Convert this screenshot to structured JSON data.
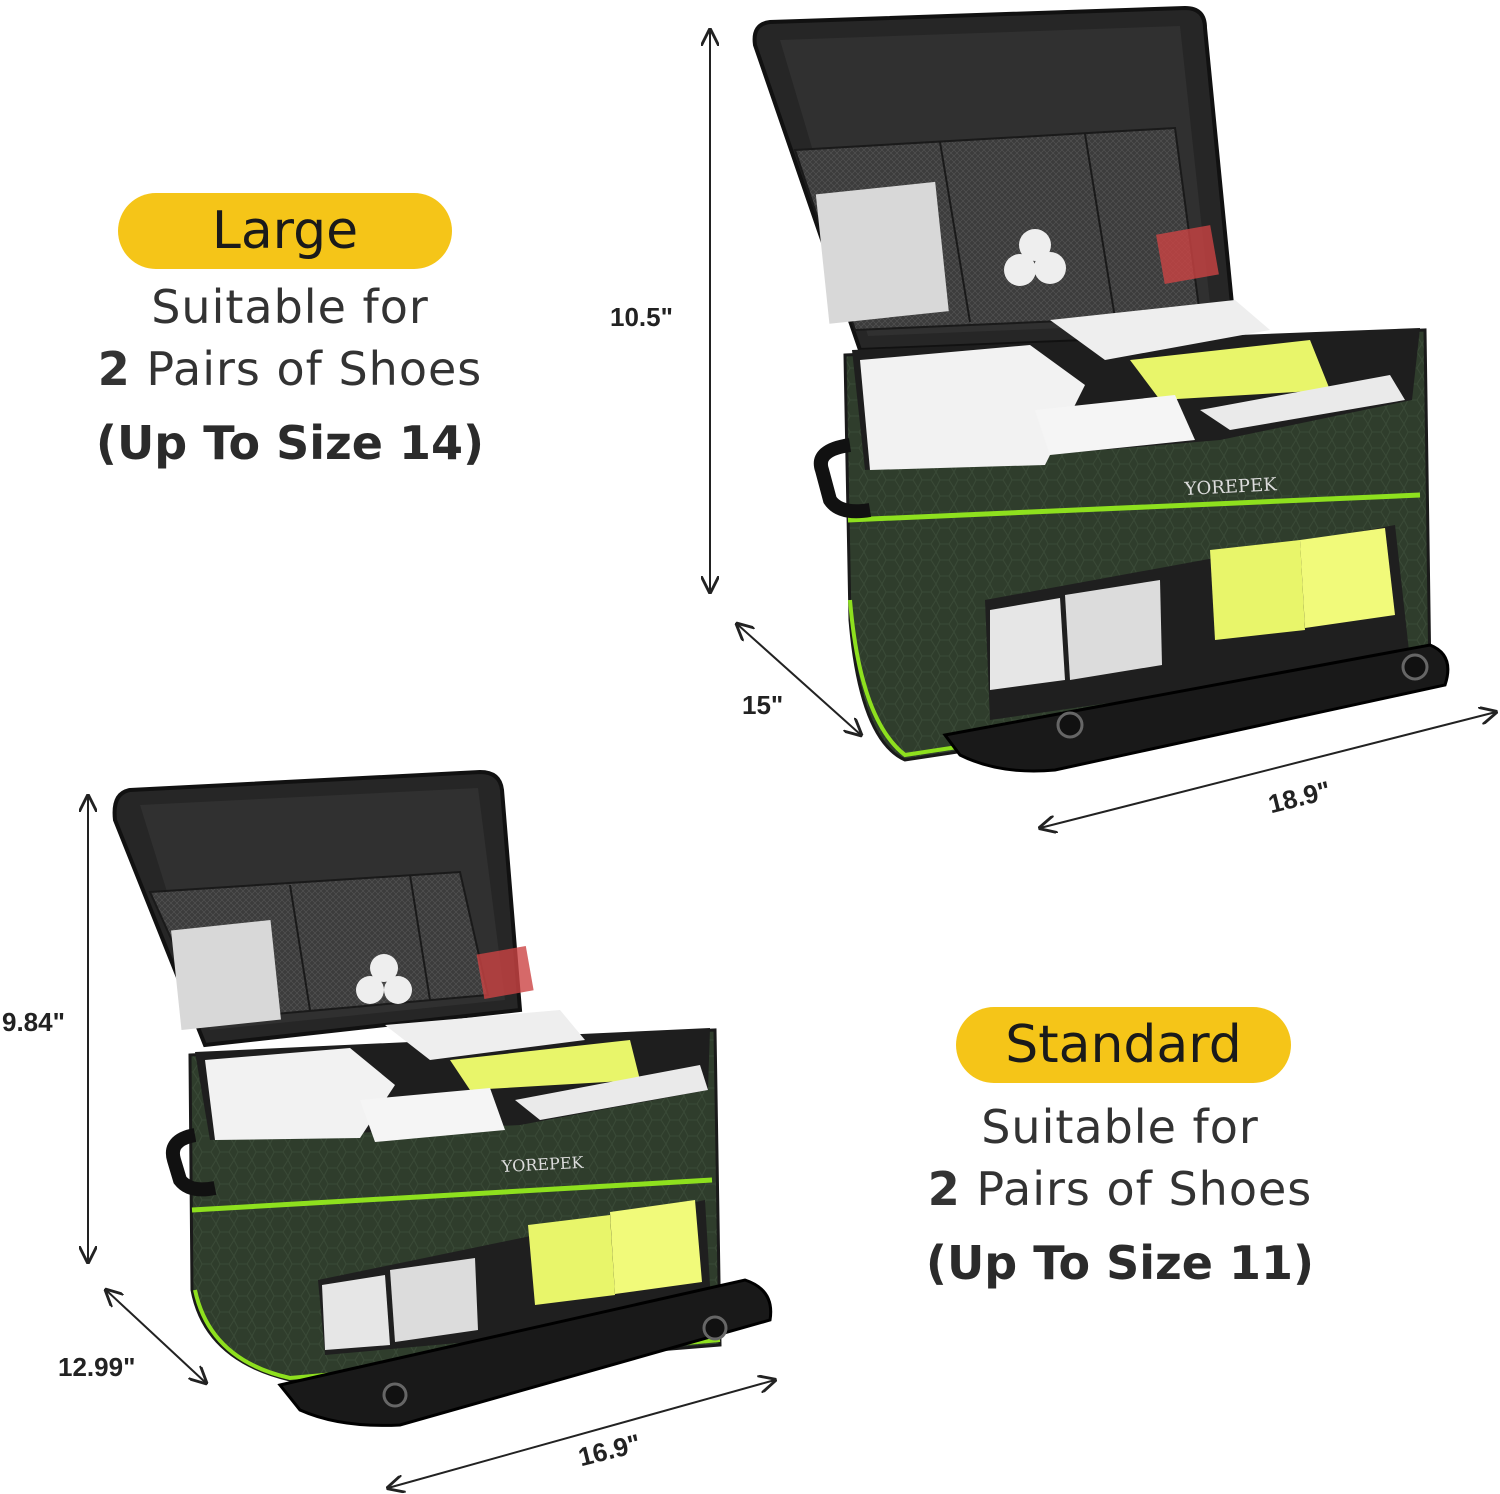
{
  "large": {
    "badge": "Large",
    "line1": "Suitable for",
    "line2_num": "2",
    "line2_text": " Pairs of Shoes",
    "line3_open": "(",
    "line3_text": "Up To Size 14",
    "line3_close": ")",
    "brand": "YOREPEK",
    "dims": {
      "height": "10.5\"",
      "depth": "15\"",
      "width": "18.9\""
    }
  },
  "standard": {
    "badge": "Standard",
    "line1": "Suitable for",
    "line2_num": "2",
    "line2_text": " Pairs of Shoes",
    "line3_open": "(",
    "line3_text": "Up To Size 11",
    "line3_close": ")",
    "brand": "YOREPEK",
    "dims": {
      "height": "9.84\"",
      "depth": "12.99\"",
      "width": "16.9\""
    }
  },
  "colors": {
    "badge": "#f5c518",
    "bag_body": "#2c3a2a",
    "accent_trim": "#8ee01e",
    "lid": "#2b2b2b"
  }
}
